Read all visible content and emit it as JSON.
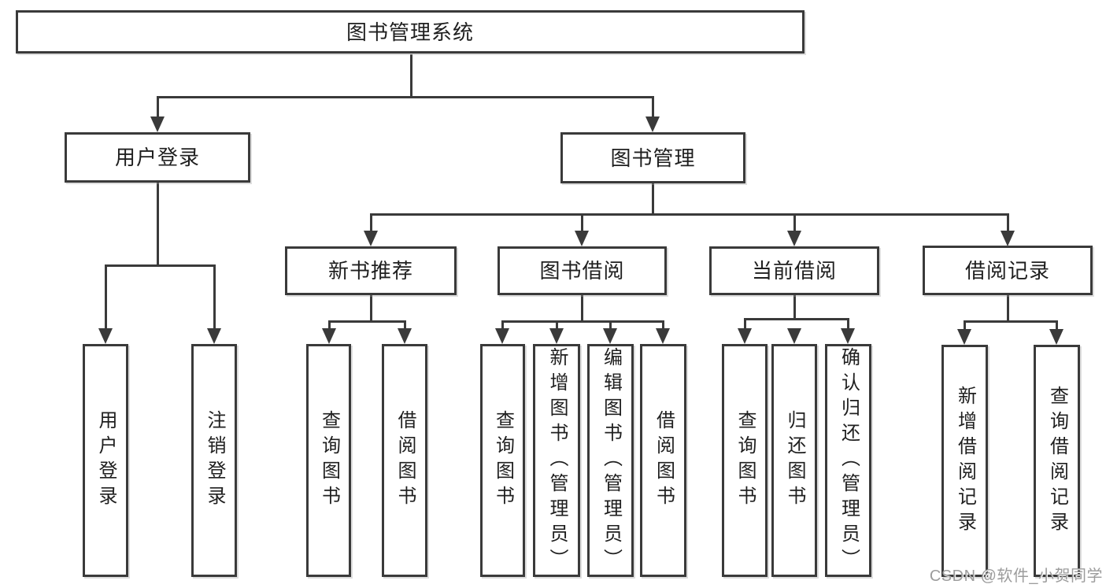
{
  "tree": {
    "label": "图书管理系统",
    "children": [
      {
        "label": "用户登录",
        "children": [
          {
            "label": "用户登录"
          },
          {
            "label": "注销登录"
          }
        ]
      },
      {
        "label": "图书管理",
        "children": [
          {
            "label": "新书推荐",
            "children": [
              {
                "label": "查询图书"
              },
              {
                "label": "借阅图书"
              }
            ]
          },
          {
            "label": "图书借阅",
            "children": [
              {
                "label": "查询图书"
              },
              {
                "label": "新增图书（管理员）"
              },
              {
                "label": "编辑图书（管理员）"
              },
              {
                "label": "借阅图书"
              }
            ]
          },
          {
            "label": "当前借阅",
            "children": [
              {
                "label": "查询图书"
              },
              {
                "label": "归还图书"
              },
              {
                "label": "确认归还（管理员）"
              }
            ]
          },
          {
            "label": "借阅记录",
            "children": [
              {
                "label": "新增借阅记录"
              },
              {
                "label": "查询借阅记录"
              }
            ]
          }
        ]
      }
    ]
  },
  "watermark": "CSDN @软件_小贺同学",
  "colors": {
    "line": "#3a3a3a",
    "text": "#1f1f1f",
    "watermark": "#9c9c9c",
    "background": "#ffffff"
  }
}
